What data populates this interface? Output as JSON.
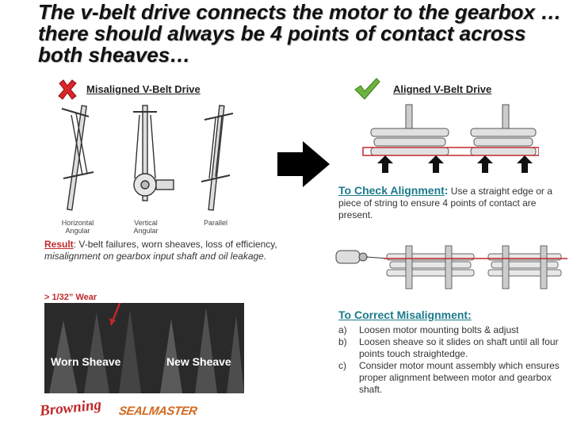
{
  "title": "The v-belt drive connects the motor to the gearbox …there should always be 4 points of contact across both sheaves…",
  "left": {
    "heading": "Misaligned V-Belt Drive",
    "captions": [
      {
        "line1": "Horizontal",
        "line2": "Angular"
      },
      {
        "line1": "Vertical",
        "line2": "Angular"
      },
      {
        "line1": "Parallel",
        "line2": ""
      }
    ],
    "result_label": "Result",
    "result_text1": ": V-belt failures, worn sheaves, loss of efficiency, ",
    "result_text2": "misalignment on gearbox input shaft and oil leakage.",
    "wear_label": "> 1/32” Wear",
    "worn_label": "Worn Sheave",
    "new_label": "New Sheave"
  },
  "right": {
    "heading": "Aligned V-Belt Drive",
    "check_title": "To Check Alignment",
    "check_colon": ":",
    "check_text": " Use a straight edge or a piece of string to ensure 4 points of contact are present.",
    "correct_title": "To Correct Misalignment:",
    "steps": [
      {
        "marker": "a)",
        "text": "Loosen motor mounting bolts & adjust"
      },
      {
        "marker": "b)",
        "text": "Loosen sheave so it slides on shaft until all four points touch straightedge."
      },
      {
        "marker": "c)",
        "text": "Consider motor mount assembly which ensures proper alignment between motor and gearbox shaft."
      }
    ]
  },
  "logos": {
    "browning": "Browning",
    "sealmaster": "SEALMASTER"
  },
  "colors": {
    "accent_red": "#c0282b",
    "accent_teal": "#1b7a8c",
    "check_green": "#6db33f"
  }
}
